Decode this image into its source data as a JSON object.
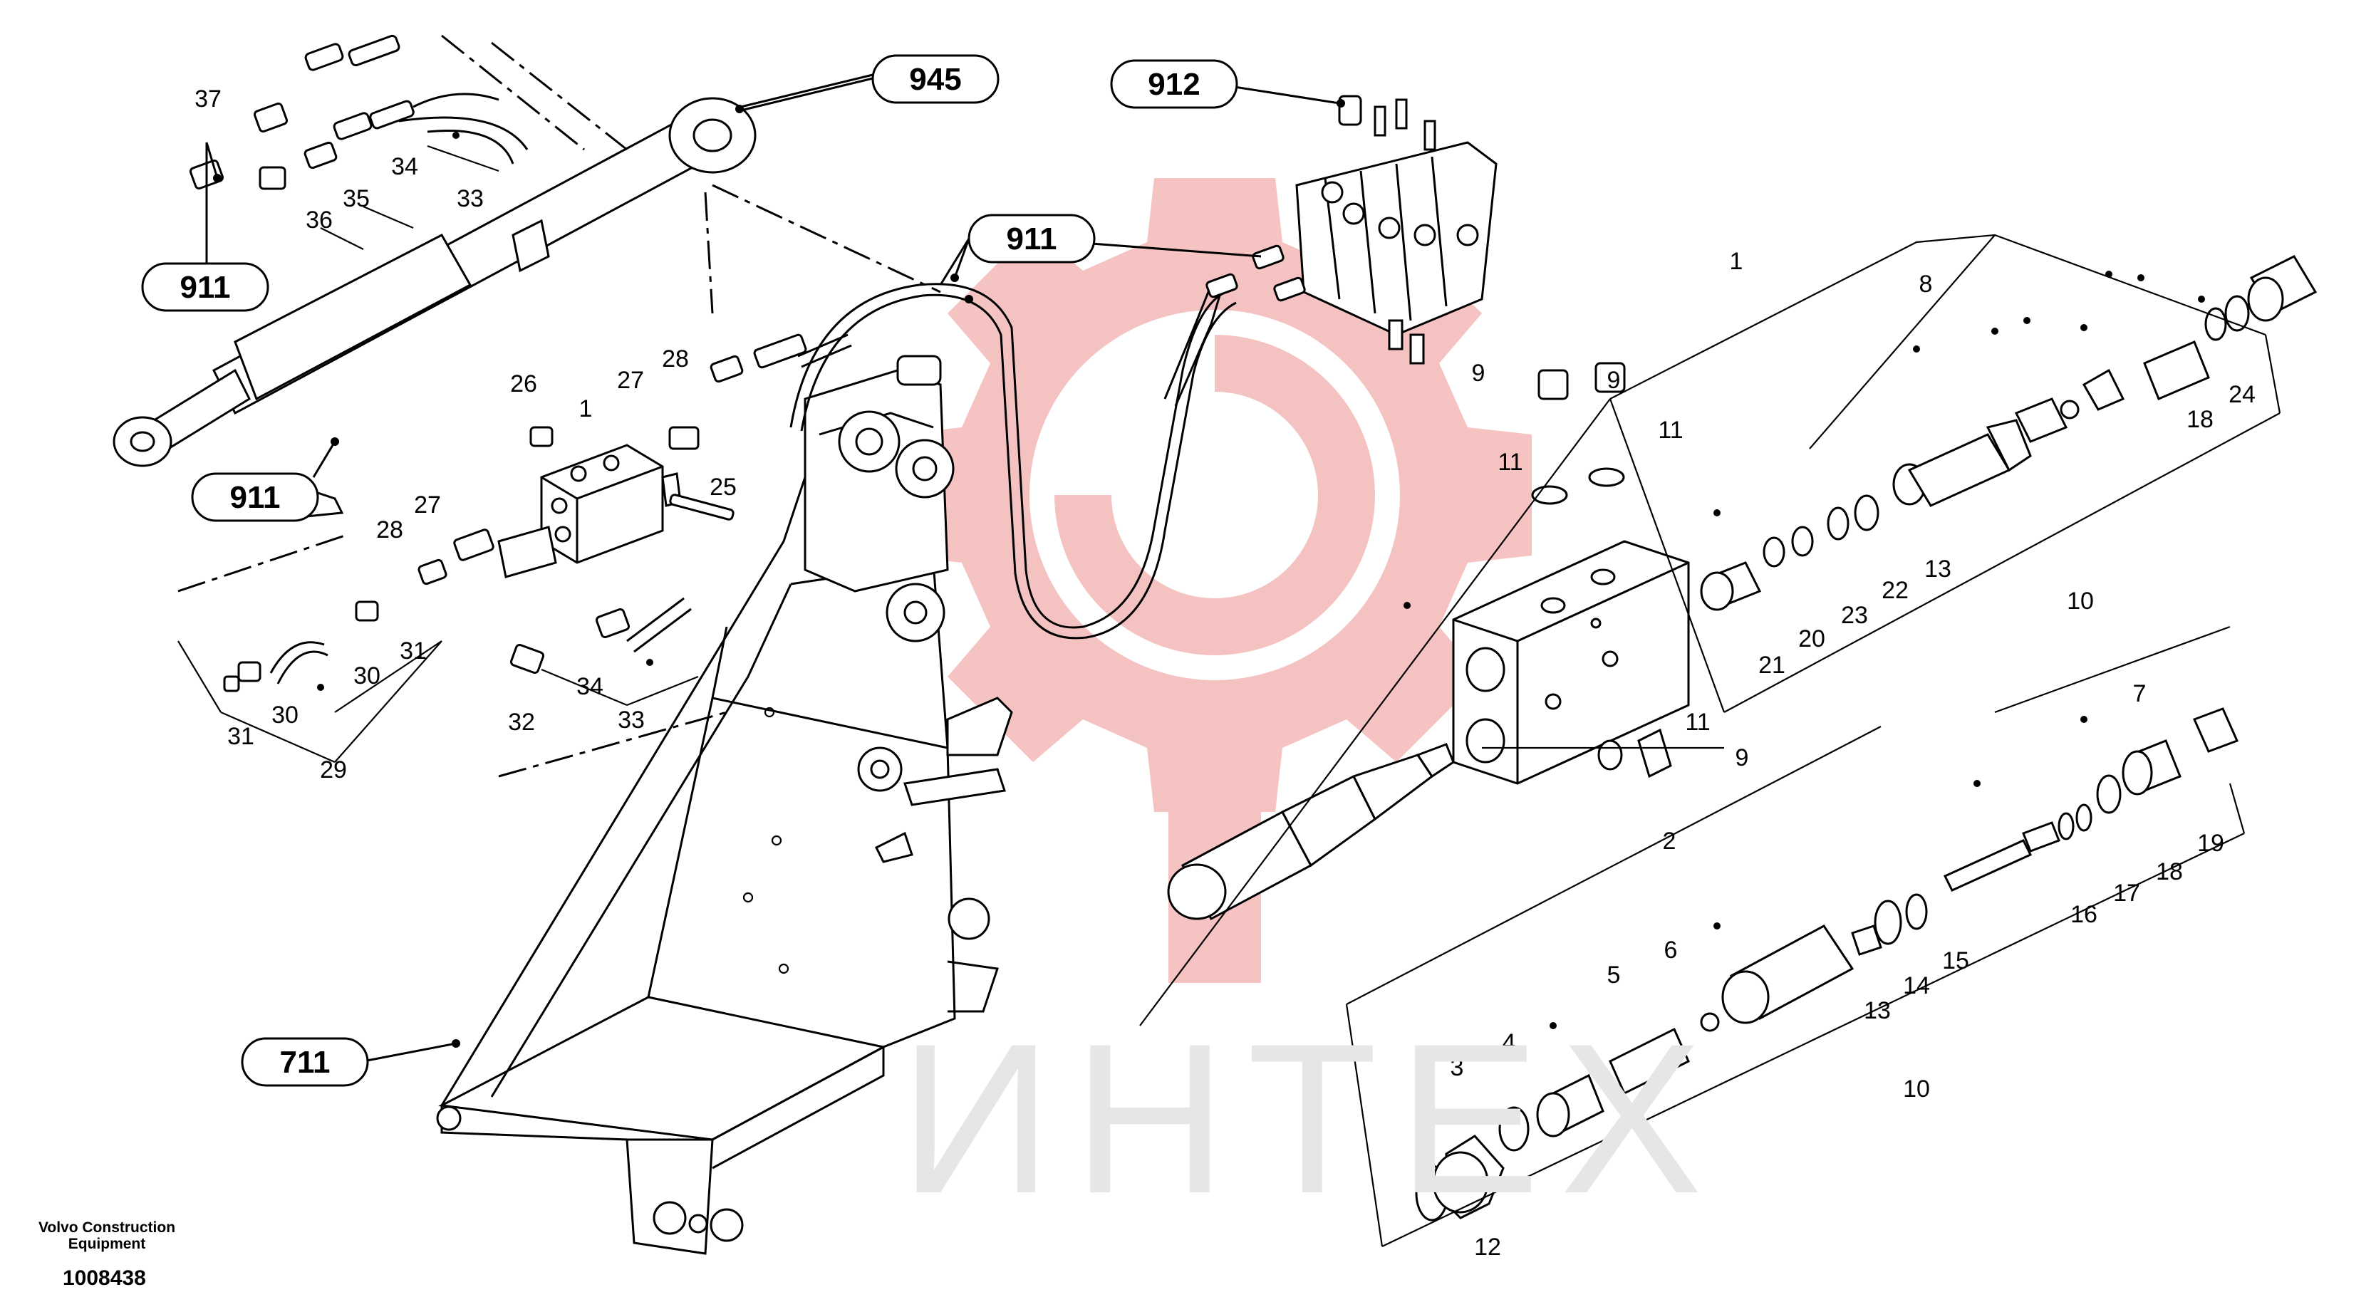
{
  "watermark": {
    "text": "ИНТЕХ",
    "color": "#e6e6e6",
    "logo_color": "#f4b8b8"
  },
  "credits": {
    "line1": "Volvo Construction",
    "line2": "Equipment",
    "part_number": "1008438"
  },
  "assembly_refs": [
    "945",
    "912",
    "911",
    "911",
    "911",
    "711"
  ],
  "item_numbers": {
    "left_hoses": [
      "37",
      "34",
      "35",
      "36",
      "33"
    ],
    "valve_fittings": [
      "26",
      "27",
      "28",
      "1",
      "25",
      "27",
      "28"
    ],
    "lower_hoses": [
      "30",
      "31",
      "31",
      "30",
      "29",
      "32",
      "34",
      "33"
    ],
    "valve_body": [
      "1",
      "9",
      "9",
      "11",
      "11",
      "11",
      "9",
      "2"
    ],
    "upper_kit": [
      "8",
      "18",
      "24",
      "13",
      "22",
      "23",
      "20",
      "21",
      "10"
    ],
    "lower_kit": [
      "7",
      "19",
      "18",
      "17",
      "16",
      "15",
      "14",
      "13",
      "6",
      "5",
      "4",
      "3",
      "12",
      "10"
    ]
  }
}
